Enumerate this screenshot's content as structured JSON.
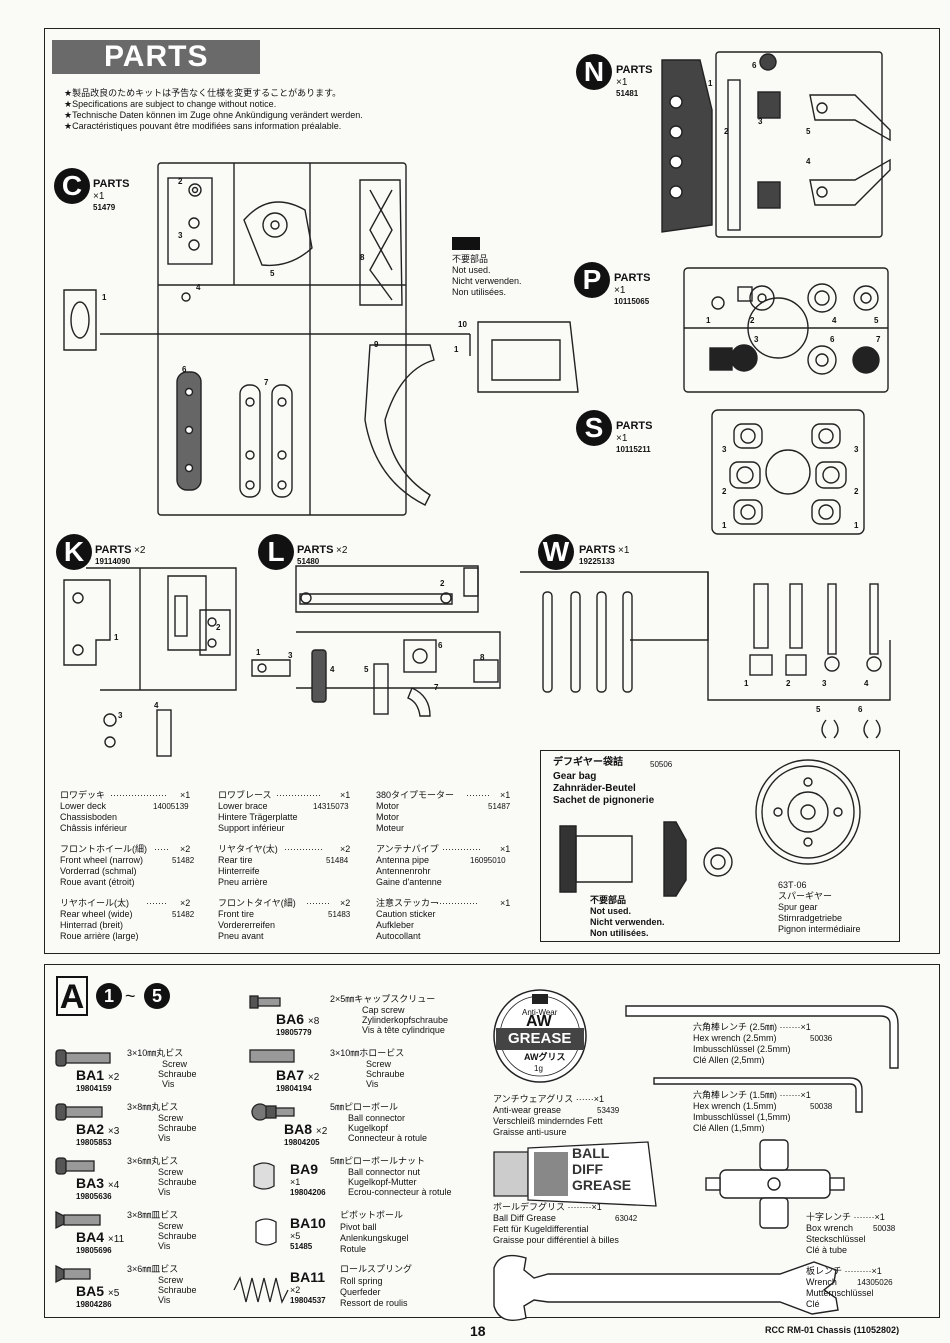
{
  "header": {
    "title": "PARTS",
    "notices": [
      "★製品改良のためキットは予告なく仕様を変更することがあります。",
      "★Specifications are subject to change without notice.",
      "★Technische Daten können im Zuge ohne Ankündigung verändert werden.",
      "★Caractéristiques pouvant être modifiées sans information préalable."
    ]
  },
  "not_used": {
    "jp": "不要部品",
    "en": "Not used.",
    "de": "Nicht verwenden.",
    "fr": "Non utilisées."
  },
  "sprues": {
    "C": {
      "letter": "C",
      "label": "PARTS",
      "qty": "×1",
      "code": "51479",
      "nums": [
        "2",
        "3",
        "4",
        "5",
        "6",
        "7",
        "8",
        "9",
        "10",
        "1",
        "1"
      ]
    },
    "N": {
      "letter": "N",
      "label": "PARTS",
      "qty": "×1",
      "code": "51481",
      "nums": [
        "1",
        "2",
        "3",
        "4",
        "5",
        "6"
      ]
    },
    "P": {
      "letter": "P",
      "label": "PARTS",
      "qty": "×1",
      "code": "10115065",
      "nums": [
        "1",
        "2",
        "3",
        "4",
        "5",
        "6",
        "7"
      ]
    },
    "S": {
      "letter": "S",
      "label": "PARTS",
      "qty": "×1",
      "code": "10115211",
      "nums": [
        "1",
        "2",
        "3",
        "3",
        "2",
        "1"
      ]
    },
    "K": {
      "letter": "K",
      "label": "PARTS",
      "qty": "×2",
      "code": "19114090",
      "nums": [
        "1",
        "2",
        "3",
        "4"
      ]
    },
    "L": {
      "letter": "L",
      "label": "PARTS",
      "qty": "×2",
      "code": "51480",
      "nums": [
        "1",
        "2",
        "3",
        "4",
        "5",
        "6",
        "7",
        "8"
      ]
    },
    "W": {
      "letter": "W",
      "label": "PARTS",
      "qty": "×1",
      "code": "19225133",
      "nums": [
        "1",
        "2",
        "3",
        "4",
        "5",
        "6"
      ]
    }
  },
  "gear_bag": {
    "jp": "デフギヤー袋詰",
    "code": "50506",
    "en": "Gear bag",
    "de": "Zahnräder-Beutel",
    "fr": "Sachet de pignonerie",
    "spur_size": "63T·06",
    "spur_jp": "スパーギヤー",
    "spur_en": "Spur gear",
    "spur_de": "Stirnradgetriebe",
    "spur_fr": "Pignon intermédiaire"
  },
  "parts_list": [
    {
      "jp": "ロワデッキ",
      "qty": "×1",
      "en": "Lower deck",
      "code": "14005139",
      "de": "Chassisboden",
      "fr": "Châssis inférieur"
    },
    {
      "jp": "ロワブレース",
      "qty": "×1",
      "en": "Lower brace",
      "code": "14315073",
      "de": "Hintere Trägerplatte",
      "fr": "Support inférieur"
    },
    {
      "jp": "380タイプモーター",
      "qty": "×1",
      "en": "Motor",
      "code": "51487",
      "de": "Motor",
      "fr": "Moteur"
    },
    {
      "jp": "フロントホイール(細)",
      "qty": "×2",
      "en": "Front wheel (narrow)",
      "code": "51482",
      "de": "Vorderrad (schmal)",
      "fr": "Roue avant (étroit)"
    },
    {
      "jp": "リヤタイヤ(太)",
      "qty": "×2",
      "en": "Rear tire",
      "code": "51484",
      "de": "Hinterreife",
      "fr": "Pneu arrière"
    },
    {
      "jp": "アンテナパイプ",
      "qty": "×1",
      "en": "Antenna pipe",
      "code": "16095010",
      "de": "Antennenrohr",
      "fr": "Gaine d'antenne"
    },
    {
      "jp": "リヤホイール(太)",
      "qty": "×2",
      "en": "Rear wheel (wide)",
      "code": "51482",
      "de": "Hinterrad (breit)",
      "fr": "Roue arrière (large)"
    },
    {
      "jp": "フロントタイヤ(細)",
      "qty": "×2",
      "en": "Front tire",
      "code": "51483",
      "de": "Vordererreifen",
      "fr": "Pneu avant"
    },
    {
      "jp": "注意ステッカー",
      "qty": "×1",
      "en": "Caution sticker",
      "code": "",
      "de": "Aufkleber",
      "fr": "Autocollant"
    }
  ],
  "bag_a": {
    "letter": "A",
    "step_from": "1",
    "tilde": "~",
    "step_to": "5"
  },
  "screws": [
    {
      "code": "BA1",
      "qty": "×2",
      "num": "19804159",
      "jp": "3×10㎜丸ビス",
      "en": "Screw",
      "de": "Schraube",
      "fr": "Vis"
    },
    {
      "code": "BA2",
      "qty": "×3",
      "num": "19805853",
      "jp": "3×8㎜丸ビス",
      "en": "Screw",
      "de": "Schraube",
      "fr": "Vis"
    },
    {
      "code": "BA3",
      "qty": "×4",
      "num": "19805636",
      "jp": "3×6㎜丸ビス",
      "en": "Screw",
      "de": "Schraube",
      "fr": "Vis"
    },
    {
      "code": "BA4",
      "qty": "×11",
      "num": "19805696",
      "jp": "3×8㎜皿ビス",
      "en": "Screw",
      "de": "Schraube",
      "fr": "Vis"
    },
    {
      "code": "BA5",
      "qty": "×5",
      "num": "19804286",
      "jp": "3×6㎜皿ビス",
      "en": "Screw",
      "de": "Schraube",
      "fr": "Vis"
    },
    {
      "code": "BA6",
      "qty": "×8",
      "num": "19805779",
      "jp": "2×5㎜キャップスクリュー",
      "en": "Cap screw",
      "de": "Zylinderkopfschraube",
      "fr": "Vis à tête cylindrique"
    },
    {
      "code": "BA7",
      "qty": "×2",
      "num": "19804194",
      "jp": "3×10㎜ホロービス",
      "en": "Screw",
      "de": "Schraube",
      "fr": "Vis"
    },
    {
      "code": "BA8",
      "qty": "×2",
      "num": "19804205",
      "jp": "5㎜ピローボール",
      "en": "Ball connector",
      "de": "Kugelkopf",
      "fr": "Connecteur à rotule"
    },
    {
      "code": "BA9",
      "qty": "×1",
      "num": "19804206",
      "jp": "5㎜ピローボールナット",
      "en": "Ball connector nut",
      "de": "Kugelkopf-Mutter",
      "fr": "Ecrou-connecteur à rotule"
    },
    {
      "code": "BA10",
      "qty": "×5",
      "num": "51485",
      "jp": "ピボットボール",
      "en": "Pivot ball",
      "de": "Anlenkungskugel",
      "fr": "Rotule"
    },
    {
      "code": "BA11",
      "qty": "×2",
      "num": "19804537",
      "jp": "ロールスプリング",
      "en": "Roll spring",
      "de": "Querfeder",
      "fr": "Ressort de roulis"
    }
  ],
  "tools": [
    {
      "jp": "六角棒レンチ (2.5㎜)",
      "qty": "×1",
      "en": "Hex wrench (2.5mm)",
      "code": "50036",
      "de": "Imbusschlüssel (2.5mm)",
      "fr": "Clé Allen (2,5mm)"
    },
    {
      "jp": "六角棒レンチ (1.5㎜)",
      "qty": "×1",
      "en": "Hex wrench (1.5mm)",
      "code": "50038",
      "de": "Imbusschlüssel (1,5mm)",
      "fr": "Clé Allen (1,5mm)"
    },
    {
      "jp": "十字レンチ",
      "qty": "×1",
      "en": "Box wrench",
      "code": "50038",
      "de": "Steckschlüssel",
      "fr": "Clé à tube"
    },
    {
      "jp": "板レンチ",
      "qty": "×1",
      "en": "Wrench",
      "code": "14305026",
      "de": "Mutternschlüssel",
      "fr": "Clé"
    }
  ],
  "greases": [
    {
      "jp": "アンチウェアグリス",
      "qty": "×1",
      "en": "Anti-wear grease",
      "code": "53439",
      "de": "Verschleiß minderndes Fett",
      "fr": "Graisse anti-usure",
      "logo_top": "Anti-Wear",
      "logo_big": "AW",
      "logo_word": "GREASE",
      "logo_jp": "AWグリス",
      "logo_size": "1g"
    },
    {
      "jp": "ボールデフグリス",
      "qty": "×1",
      "en": "Ball Diff Grease",
      "code": "63042",
      "de": "Fett für Kugeldifferential",
      "fr": "Graisse pour différentiel à billes",
      "tube_text": [
        "BALL",
        "DIFF",
        "GREASE"
      ]
    }
  ],
  "footer": {
    "page": "18",
    "manual": "RCC RM-01 Chassis (11052802)"
  }
}
